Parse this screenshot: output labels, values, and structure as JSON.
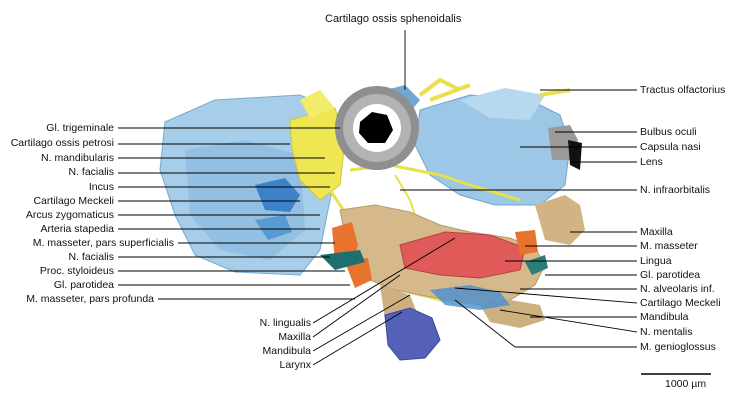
{
  "title": "Cartilago ossis sphenoidalis",
  "left_labels": [
    "Gl. trigeminale",
    "Cartilago ossis petrosi",
    "N. mandibularis",
    "N. facialis",
    "Incus",
    "Cartilago Meckeli",
    "Arcus zygomaticus",
    "Arteria stapedia",
    "M. masseter, pars superficialis",
    "N. facialis",
    "Proc. styloideus",
    "Gl. parotidea",
    "M. masseter, pars profunda"
  ],
  "right_labels": [
    "Tractus olfactorius",
    "Bulbus oculi",
    "Capsula nasi",
    "Lens",
    "N. infraorbitalis",
    "Maxilla",
    "M. masseter",
    "Lingua",
    "Gl. parotidea",
    "N. alveolaris inf.",
    "Cartilago Meckeli",
    "Mandibula",
    "N. mentalis",
    "M. genioglossus"
  ],
  "bottom_labels": [
    "N. lingualis",
    "Maxilla",
    "Mandibula",
    "Larynx"
  ],
  "scale_bar": "1000 µm",
  "colors": {
    "cartilage_blue": "#9cc7e6",
    "nerve_yellow": "#f0ea55",
    "bone_tan": "#d6b98a",
    "muscle_red": "#e05a5a",
    "muscle_orange": "#e8732e",
    "gland_teal": "#1f6f70",
    "larynx_purple": "#5560b8",
    "eye_gray": "#9a9a9a"
  }
}
